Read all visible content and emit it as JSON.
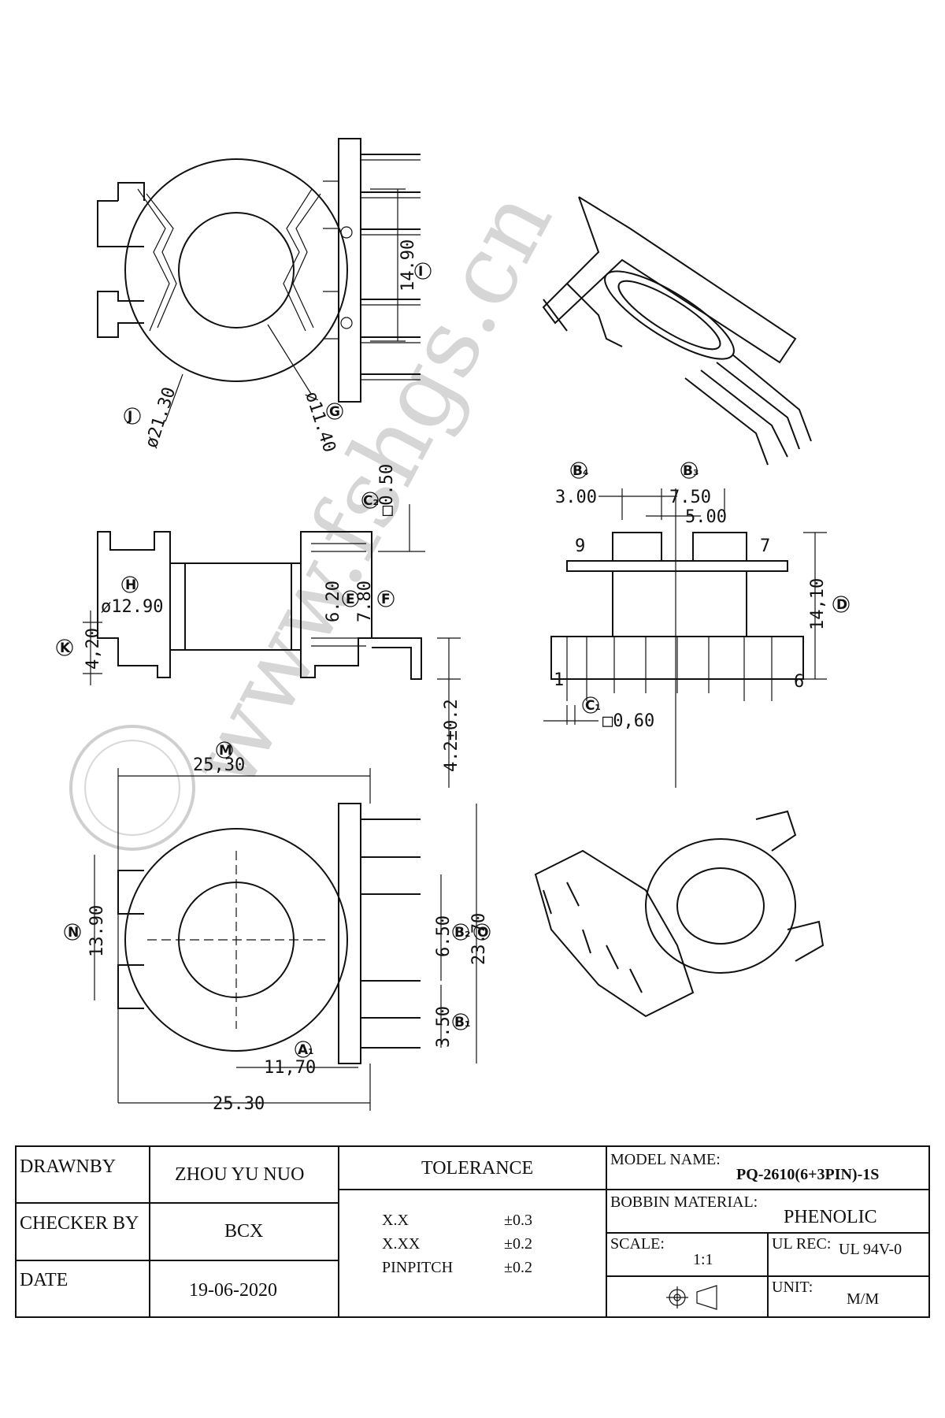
{
  "dimensions": {
    "top_view": {
      "pitch": "14.90",
      "outer_dia": "ø21.30",
      "inner_dia": "ø11.40"
    },
    "side_view": {
      "c2": "□0.50",
      "winding_dia": "ø12.90",
      "e": "6.20",
      "f": "7.80",
      "k": "4,20",
      "pin_len": "4.2±0.2"
    },
    "front_view": {
      "b4": "3.00",
      "b3_a": "7.50",
      "b3_b": "5.00",
      "d": "14,10",
      "c1": "□0,60",
      "pin_9": "9",
      "pin_7": "7",
      "pin_1": "1",
      "pin_6": "6"
    },
    "bottom_view": {
      "m": "25,30",
      "n": "13.90",
      "b2": "6.50",
      "o": "23.70",
      "b1": "3.50",
      "a1": "11,70",
      "width": "25.30"
    }
  },
  "callouts": {
    "I": "I",
    "J": "J",
    "G": "G",
    "C2": "C₂",
    "H": "H",
    "E": "E",
    "F": "F",
    "K": "K",
    "B4": "B₄",
    "B3": "B₃",
    "D": "D",
    "C1": "C₁",
    "M": "M",
    "N": "N",
    "B2": "B₂",
    "O": "O",
    "B1": "B₁",
    "A1": "A₁"
  },
  "watermark": "www.fshgs.cn",
  "title_block": {
    "drawn_by_label": "DRAWNBY",
    "drawn_by": "ZHOU YU NUO",
    "checker_label": "CHECKER BY",
    "checker": "BCX",
    "date_label": "DATE",
    "date": "19-06-2020",
    "tolerance_label": "TOLERANCE",
    "tol_rows": [
      {
        "k": "X.X",
        "v": "±0.3"
      },
      {
        "k": "X.XX",
        "v": "±0.2"
      },
      {
        "k": "PINPITCH",
        "v": "±0.2"
      }
    ],
    "model_label": "MODEL NAME:",
    "model": "PQ-2610(6+3PIN)-1S",
    "material_label": "BOBBIN MATERIAL:",
    "material": "PHENOLIC",
    "scale_label": "SCALE:",
    "scale": "1:1",
    "ul_label": "UL REC:",
    "ul": "UL 94V-0",
    "unit_label": "UNIT:",
    "unit": "M/M"
  }
}
